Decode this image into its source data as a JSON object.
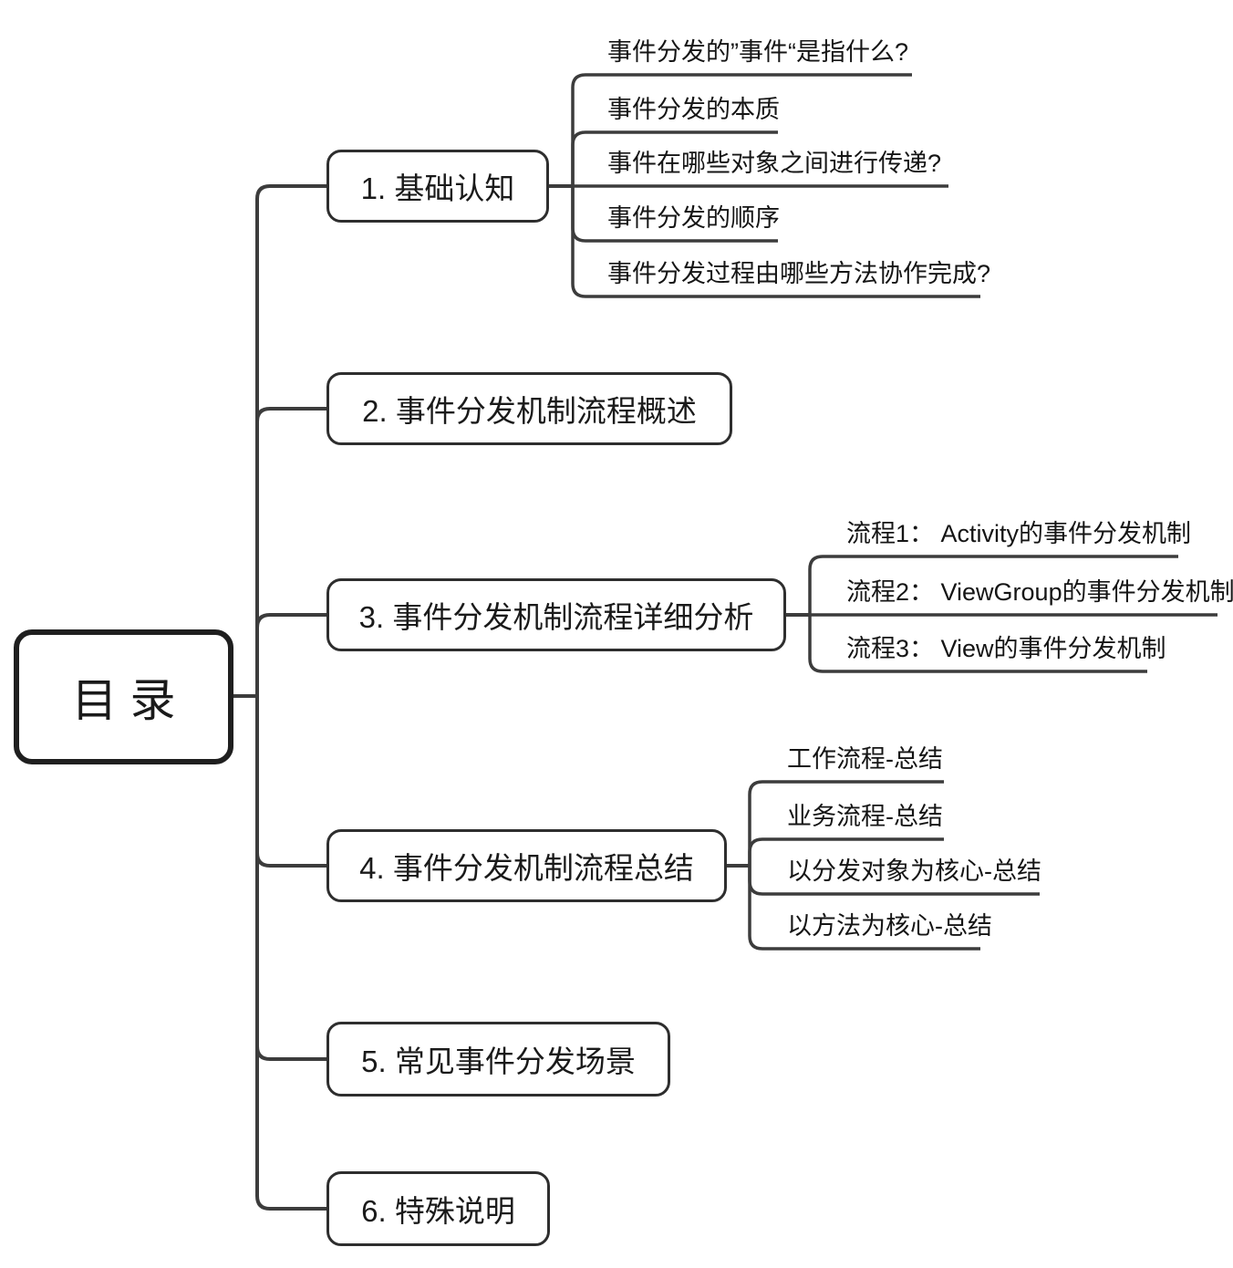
{
  "diagram": {
    "type": "mindmap",
    "colors": {
      "background": "#ffffff",
      "line": "#3c3c3c",
      "node_border": "#2e2e2e",
      "text": "#1a1a1a"
    },
    "root": {
      "label": "目录"
    },
    "branches": [
      {
        "label": "1. 基础认知",
        "children": [
          "事件分发的”事件“是指什么?",
          "事件分发的本质",
          "事件在哪些对象之间进行传递?",
          "事件分发的顺序",
          "事件分发过程由哪些方法协作完成?"
        ]
      },
      {
        "label": "2. 事件分发机制流程概述",
        "children": []
      },
      {
        "label": "3. 事件分发机制流程详细分析",
        "children": [
          "流程1：  Activity的事件分发机制",
          "流程2： ViewGroup的事件分发机制",
          "流程3： View的事件分发机制"
        ]
      },
      {
        "label": "4. 事件分发机制流程总结",
        "children": [
          "工作流程-总结",
          "业务流程-总结",
          "以分发对象为核心-总结",
          "以方法为核心-总结"
        ]
      },
      {
        "label": "5. 常见事件分发场景",
        "children": []
      },
      {
        "label": "6. 特殊说明",
        "children": []
      }
    ]
  }
}
